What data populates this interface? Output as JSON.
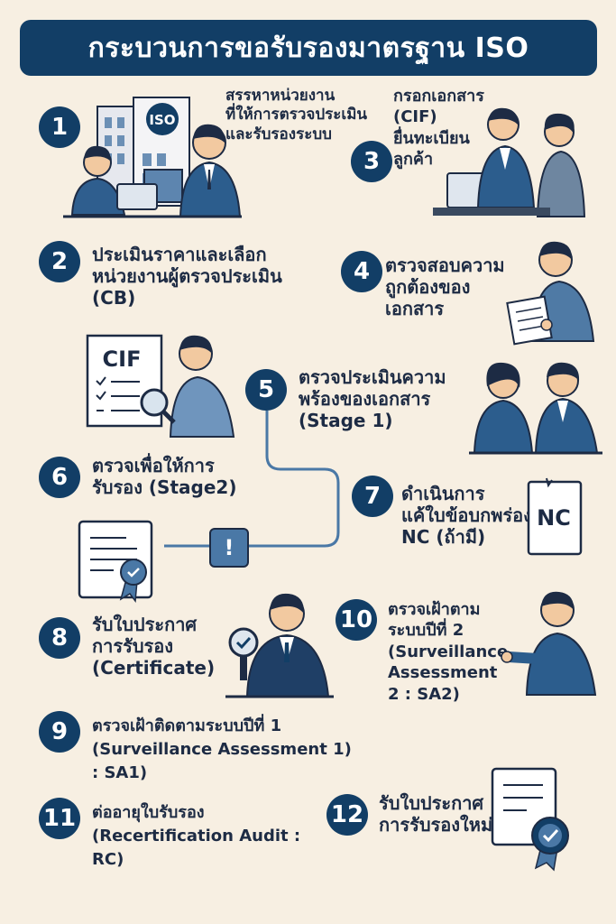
{
  "title": "กระบวนการขอรับรองมาตรฐาน ISO",
  "steps": {
    "s1": {
      "num": "1",
      "lines": [
        "สรรหาหน่วยงาน",
        "ที่ให้การตรวจประเมิน",
        "และรับรองระบบ"
      ],
      "badge": "ISO"
    },
    "s2": {
      "num": "2",
      "lines": [
        "ประเมินราคาและเลือก",
        "หน่วยงานผู้ตรวจประเมิน",
        "(CB)"
      ]
    },
    "s3": {
      "num": "3",
      "lines": [
        "กรอกเอกสาร",
        "(CIF)",
        "ยื่นทะเบียน",
        "ลูกค้า"
      ]
    },
    "s4": {
      "num": "4",
      "lines": [
        "ตรวจสอบความ",
        "ถูกต้องของ",
        "เอกสาร"
      ]
    },
    "s5": {
      "num": "5",
      "lines": [
        "ตรวจประเมินความ",
        "พร้องของเอกสาร",
        "(Stage 1)"
      ]
    },
    "s6": {
      "num": "6",
      "lines": [
        "ตรวจเพื่อให้การ",
        "รับรอง (Stage2)"
      ],
      "doc_label": "CIF"
    },
    "s7": {
      "num": "7",
      "lines": [
        "ดำเนินการ",
        "แค้ใบข้อบกพร่อง",
        "NC (ถ้ามี)"
      ],
      "doc_label": "NC"
    },
    "s8": {
      "num": "8",
      "lines": [
        "รับใบประกาศ",
        "การรับรอง",
        "(Certificate)"
      ]
    },
    "s9": {
      "num": "9",
      "lines": [
        "ตรวจเฝ้าติดตามระบบปีที่ 1",
        "(Surveillance Assessment 1)",
        ": SA1)"
      ]
    },
    "s10": {
      "num": "10",
      "lines": [
        "ตรวจเฝ้าตาม",
        "ระบบปีที่ 2",
        "(Surveillance",
        "Assessment",
        "2 : SA2)"
      ]
    },
    "s11": {
      "num": "11",
      "lines": [
        "ต่ออายุใบรับรอง",
        "(Recertification Audit :",
        "RC)"
      ]
    },
    "s12": {
      "num": "12",
      "lines": [
        "รับใบประกาศ",
        "การรับรองใหม่"
      ]
    }
  },
  "alert_symbol": "!",
  "colors": {
    "navy": "#123e66",
    "background": "#f7efe2",
    "skin": "#f2c9a0",
    "blue": "#4a78a6"
  }
}
